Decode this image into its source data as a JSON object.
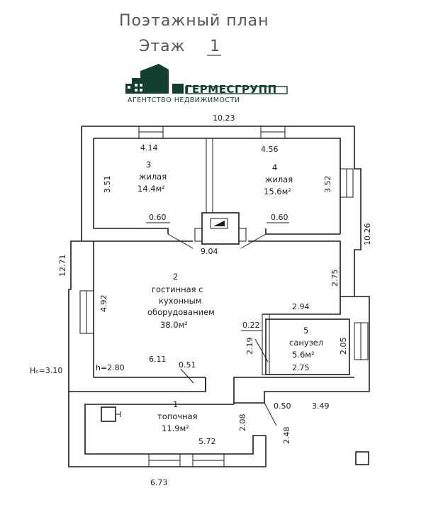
{
  "title": {
    "line1": "Поэтажный план",
    "line2_label": "Этаж",
    "line2_number": "1"
  },
  "logo": {
    "name": "ГЕРМЕСГРУПП",
    "subtitle": "АГЕНТСТВО НЕДВИЖИМОСТИ",
    "color": "#123f2e"
  },
  "rooms": [
    {
      "id": "room-3",
      "number": "3",
      "name": [
        "жилая"
      ],
      "area": "14.4м²"
    },
    {
      "id": "room-4",
      "number": "4",
      "name": [
        "жилая"
      ],
      "area": "15.6м²"
    },
    {
      "id": "room-2",
      "number": "2",
      "name": [
        "гостинная с",
        "кухонным",
        "оборудованием"
      ],
      "area": "38.0м²"
    },
    {
      "id": "room-5",
      "number": "5",
      "name": [
        "санузел"
      ],
      "area": "5.6м²"
    },
    {
      "id": "room-1",
      "number": "1",
      "name": [
        "топочная"
      ],
      "area": "11.9м²"
    }
  ],
  "dimensions": {
    "overall_width": "10.23",
    "overall_height_left": "12.71",
    "overall_height_right": "10.26",
    "room3_width": "4.14",
    "room4_width": "4.56",
    "room3_height": "3.51",
    "room4_height": "3.52",
    "room3_door": "0.60",
    "room4_door": "0.60",
    "hall_width": "9.04",
    "room2_height": "4.92",
    "right_wall_2": "2.75",
    "bath_width_top": "2.94",
    "bath_width_bottom": "2.75",
    "bath_height": "2.05",
    "bath_door": "0.22",
    "bath_corridor": "2.19",
    "room2_bottom": "6.11",
    "room2_door": "0.51",
    "ceiling_height": "h=2.80",
    "building_height": "H₀=3.10",
    "step_door": "0.50",
    "step_width": "3.49",
    "room1_right": "2.08",
    "room1_diag": "2.48",
    "room1_width": "5.72",
    "bottom_width": "6.73"
  }
}
